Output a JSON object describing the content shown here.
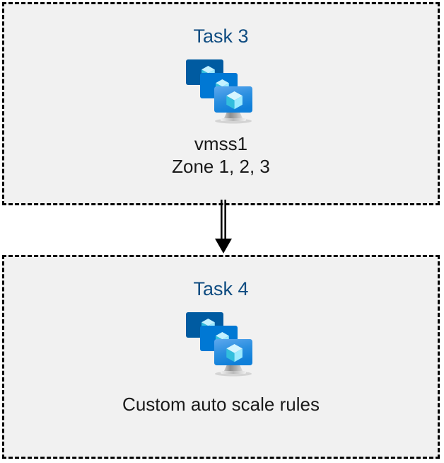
{
  "diagram": {
    "background_color": "#ffffff",
    "box_fill_color": "#f1f1f1",
    "box_border_color": "#000000",
    "title_color": "#0f4c81",
    "caption_color": "#1a1a1a",
    "connector_color": "#000000"
  },
  "nodes": [
    {
      "id": "task3",
      "title": "Task 3",
      "icon": "vm-scale-set-icon",
      "caption_lines": [
        "vmss1",
        "Zone 1, 2, 3"
      ]
    },
    {
      "id": "task4",
      "title": "Task 4",
      "icon": "vm-scale-set-icon",
      "caption_lines": [
        "Custom auto scale rules"
      ]
    }
  ],
  "connectors": [
    {
      "id": "task3-to-task4",
      "from": "task3",
      "to": "task4",
      "style": "double-line-with-solid-arrowhead",
      "direction": "down"
    }
  ],
  "icon_palette": {
    "monitor_back": "#005BA1",
    "monitor_mid": "#0078D4",
    "monitor_front_top": "#50A0EA",
    "monitor_front_bottom": "#0F7FD9",
    "cube_light": "#C3F1FF",
    "cube_mid": "#9CEBFF",
    "cube_dark": "#32BEDD",
    "stand_light": "#E8E8E8",
    "stand_dark": "#9A9A9A"
  }
}
